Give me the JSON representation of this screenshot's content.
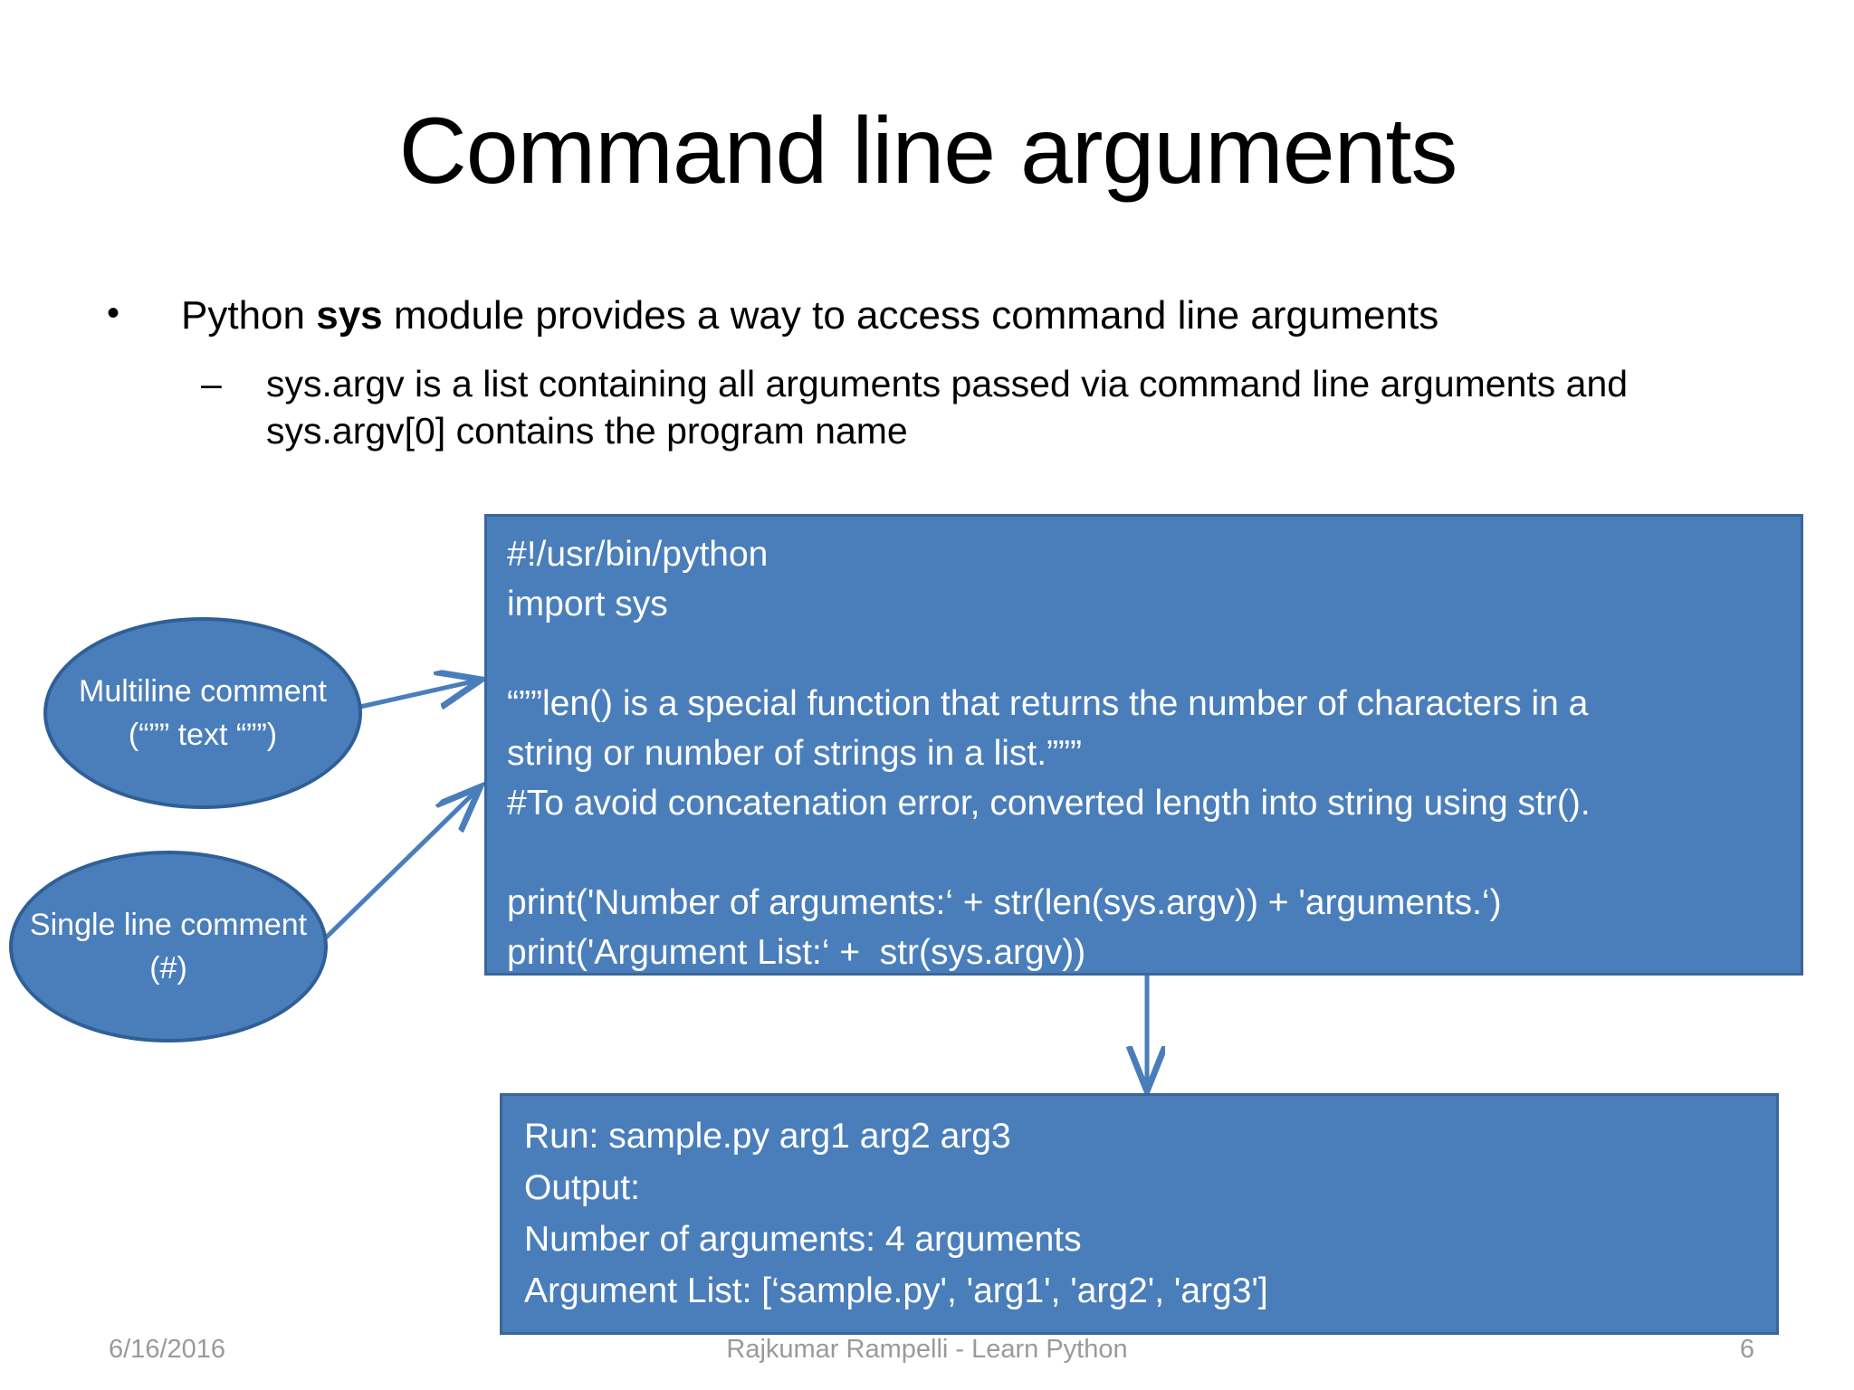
{
  "slide": {
    "title": "Command line arguments",
    "bullets": [
      {
        "level": 1,
        "marker": "•",
        "text_before_bold": "Python ",
        "bold": "sys",
        "text_after_bold": " module provides a way to access command line arguments"
      },
      {
        "level": 2,
        "marker": "–",
        "text": "sys.argv is a list containing all arguments passed via command line arguments and sys.argv[0] contains the program name"
      }
    ],
    "code_box": {
      "lines": [
        "#!/usr/bin/python",
        "import sys",
        "",
        "“””len() is a special function that returns the number of characters in a",
        "string or number of strings in a list.”””",
        "#To avoid concatenation error, converted length into string using str().",
        "",
        "print('Number of arguments:‘ + str(len(sys.argv)) + 'arguments.‘)",
        "print('Argument List:‘ +  str(sys.argv))"
      ]
    },
    "output_box": {
      "lines": [
        "Run: sample.py arg1 arg2 arg3",
        "Output:",
        "Number of arguments: 4 arguments",
        "Argument List: [‘sample.py', 'arg1', 'arg2', 'arg3']"
      ]
    },
    "callouts": [
      {
        "id": "multiline",
        "text": "Multiline comment (“”” text “””)"
      },
      {
        "id": "single",
        "text": "Single line comment (#)"
      }
    ],
    "footer": {
      "date": "6/16/2016",
      "center": "Rajkumar Rampelli - Learn Python",
      "page": "6"
    },
    "colors": {
      "shape_fill": "#4a7ebb",
      "shape_border": "#3a6699",
      "callout_border": "#2f5f96",
      "connector": "#4a7ebb",
      "text_dark": "#000000",
      "text_light": "#ffffff",
      "footer_text": "#9a9a9a"
    }
  }
}
